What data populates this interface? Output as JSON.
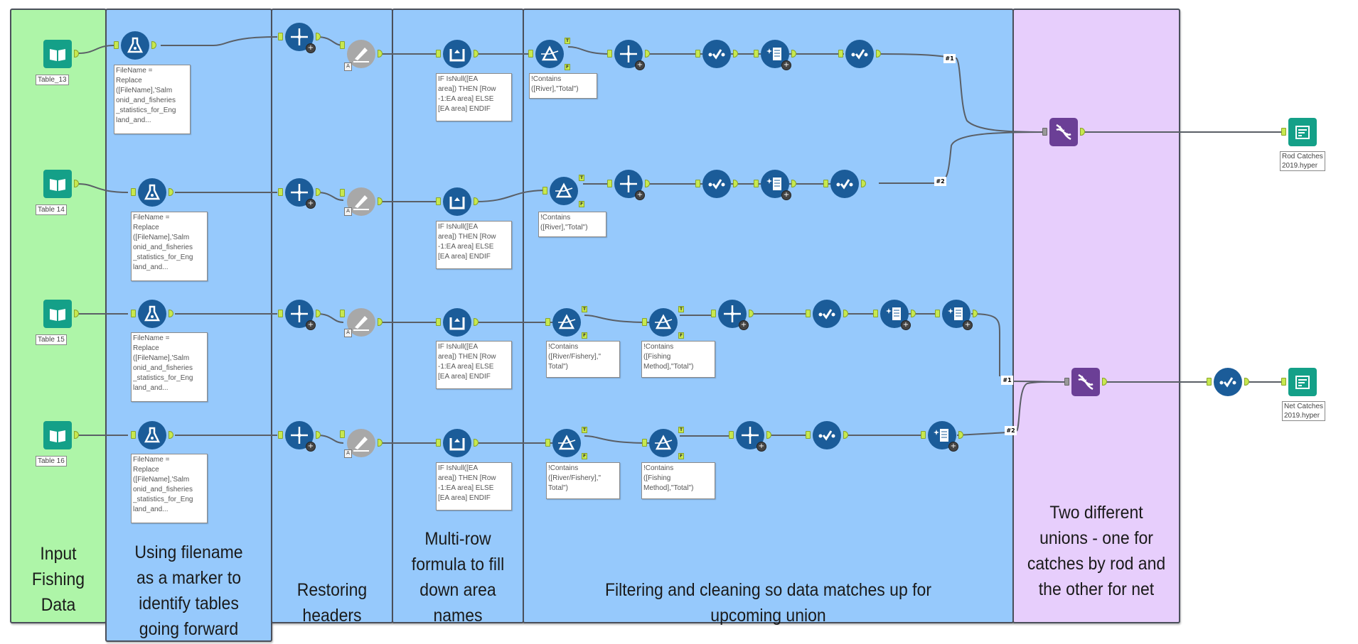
{
  "containers": [
    {
      "id": "input",
      "caption": "Input Fishing Data",
      "color": "#aef5a8"
    },
    {
      "id": "filename",
      "caption": "Using filename as a marker to identify tables going forward",
      "color": "#96c9fc"
    },
    {
      "id": "headers",
      "caption": "Restoring headers",
      "color": "#96c9fc"
    },
    {
      "id": "multirow",
      "caption": "Multi-row formula to fill down area names",
      "color": "#96c9fc"
    },
    {
      "id": "filtering",
      "caption": "Filtering and cleaning so data matches up for upcoming union",
      "color": "#96c9fc"
    },
    {
      "id": "unions",
      "caption": "Two different unions - one for catches by rod and the other for net",
      "color": "#e7cefc"
    }
  ],
  "inputs": [
    {
      "label": "Table_13",
      "icon": "input-data-book-icon"
    },
    {
      "label": "Table 14",
      "icon": "input-data-book-icon"
    },
    {
      "label": "Table 15",
      "icon": "input-data-book-icon"
    },
    {
      "label": "Table 16",
      "icon": "input-data-book-icon"
    }
  ],
  "annotations": {
    "formula": "FileName =\nReplace\n([FileName],'Salm\nonid_and_fisheries\n_statistics_for_Eng\nland_and...",
    "multirow": "IF IsNull([EA\narea]) THEN [Row\n-1:EA area] ELSE\n[EA area] ENDIF",
    "filter_river": "!Contains\n([River],\"Total\")",
    "filter_river_fishery": "!Contains\n([River/Fishery],\"\nTotal\")",
    "filter_method": "!Contains\n([Fishing\nMethod],\"Total\")"
  },
  "anchors": {
    "true_label": "T",
    "false_label": "F"
  },
  "wire_tags": {
    "first": "#1",
    "second": "#2"
  },
  "outputs": [
    {
      "label": "Rod Catches\n2019.hyper",
      "icon": "output-data-icon"
    },
    {
      "label": "Net Catches\n2019.hyper",
      "icon": "output-data-icon"
    }
  ],
  "tools": {
    "formula": "formula-flask-icon",
    "transpose": "crosstab-arrows-icon",
    "dynamic_rename": "dynamic-rename-icon",
    "multirow": "multi-row-formula-icon",
    "filter": "filter-prism-icon",
    "select": "select-checkmark-icon",
    "cleanse": "data-cleansing-icon",
    "union": "union-dna-icon"
  }
}
